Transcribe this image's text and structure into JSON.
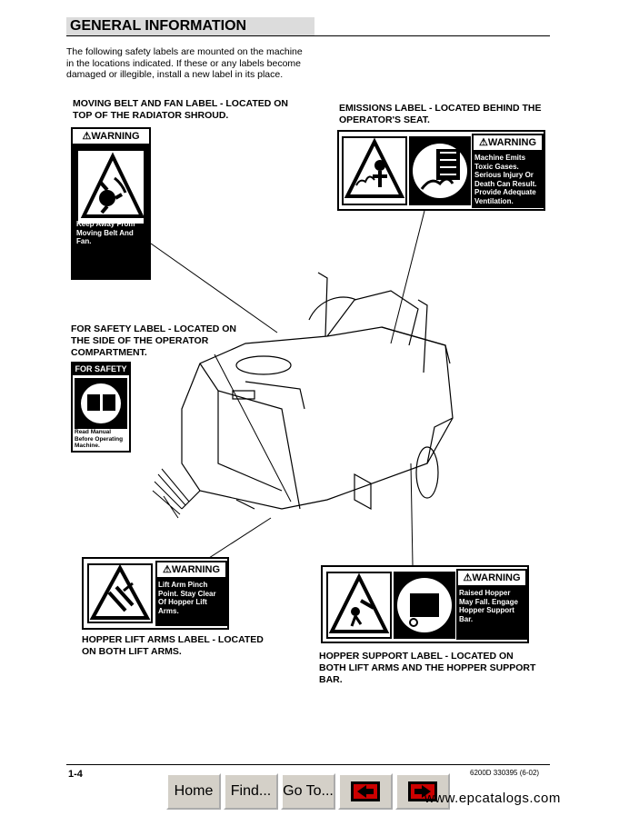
{
  "header": {
    "title": "GENERAL INFORMATION"
  },
  "intro": "The following safety labels are mounted on the machine in the locations indicated. If these or any labels become damaged or illegible, install a new label in its place.",
  "captions": {
    "belt_fan": "MOVING BELT AND FAN LABEL - LOCATED ON TOP OF THE RADIATOR SHROUD.",
    "emissions": "EMISSIONS LABEL - LOCATED BEHIND THE OPERATOR'S SEAT.",
    "for_safety": "FOR SAFETY LABEL - LOCATED ON THE SIDE OF THE OPERATOR COMPARTMENT.",
    "lift_arms": "HOPPER LIFT ARMS LABEL - LOCATED ON BOTH LIFT ARMS.",
    "support": "HOPPER SUPPORT LABEL - LOCATED ON BOTH LIFT ARMS AND THE HOPPER SUPPORT BAR."
  },
  "labels": {
    "warning": "WARNING",
    "belt_fan_text": "Keep Away From Moving Belt And Fan.",
    "emissions_text": "Machine Emits Toxic Gases. Serious Injury Or Death Can Result. Provide Adequate Ventilation.",
    "for_safety_header": "FOR SAFETY",
    "for_safety_text": "Read Manual Before Operating Machine.",
    "lift_arms_text": "Lift Arm Pinch Point. Stay Clear Of Hopper Lift Arms.",
    "support_text": "Raised Hopper May Fall. Engage Hopper Support Bar."
  },
  "footer": {
    "page": "1-4",
    "doc": "6200D 330395 (6-02)"
  },
  "nav": {
    "home": "Home",
    "find": "Find...",
    "goto": "Go To..."
  },
  "watermark": "www.epcatalogs.com"
}
